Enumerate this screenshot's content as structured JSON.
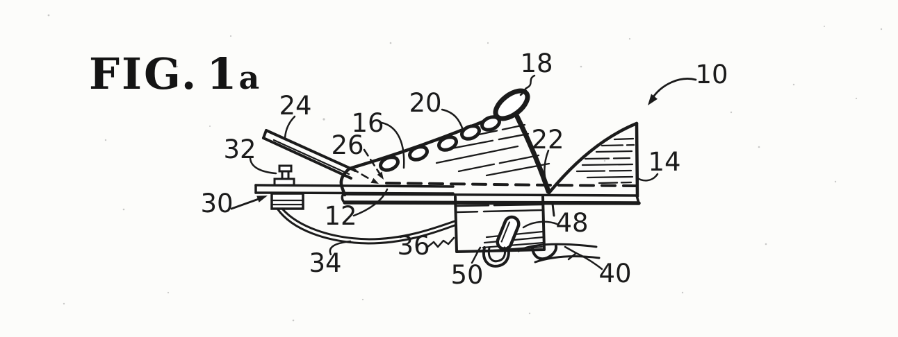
{
  "figure": {
    "title_main": "FIG.",
    "title_number": "1",
    "title_suffix": "a"
  },
  "reference_labels": {
    "r10": "10",
    "r12": "12",
    "r14": "14",
    "r16": "16",
    "r18": "18",
    "r20": "20",
    "r22": "22",
    "r24": "24",
    "r26": "26",
    "r30": "30",
    "r32": "32",
    "r34": "34",
    "r36": "36",
    "r40": "40",
    "r48": "48",
    "r50": "50"
  },
  "colors": {
    "ink": "#1b1b1b",
    "paper": "#fcfcfa"
  }
}
